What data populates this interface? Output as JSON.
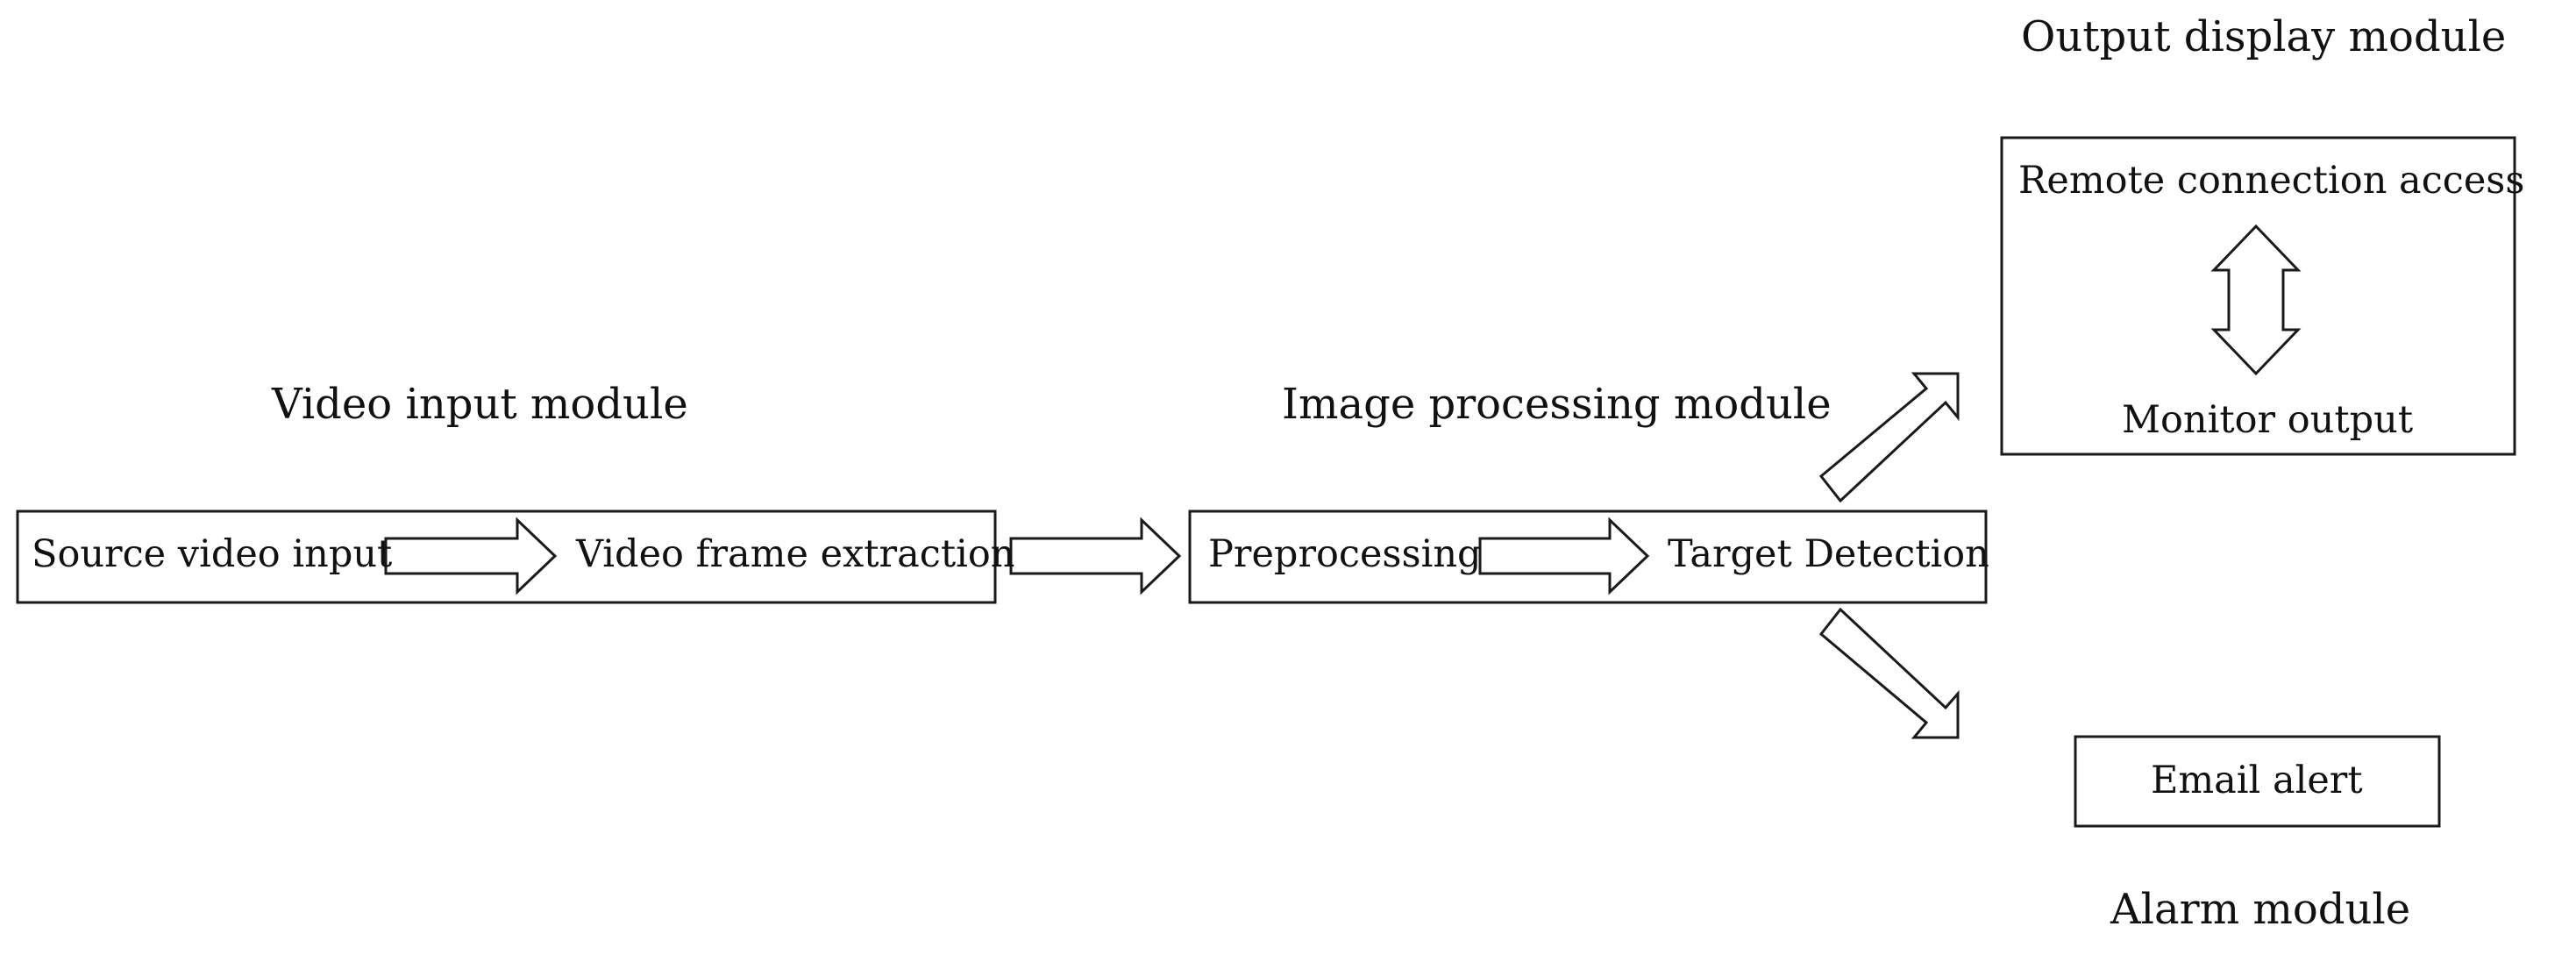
{
  "colors": {
    "stroke": "#1a1a1a",
    "background": "#ffffff",
    "text": "#111111"
  },
  "modules": {
    "video_input": {
      "title": "Video input module",
      "steps": [
        "Source video input",
        "Video frame extraction"
      ]
    },
    "image_processing": {
      "title": "Image processing module",
      "steps": [
        "Preprocessing",
        "Target Detection"
      ]
    },
    "output_display": {
      "title": "Output display module",
      "items": [
        "Remote connection access",
        "Monitor output"
      ]
    },
    "alarm": {
      "title": "Alarm module",
      "items": [
        "Email alert"
      ]
    }
  }
}
